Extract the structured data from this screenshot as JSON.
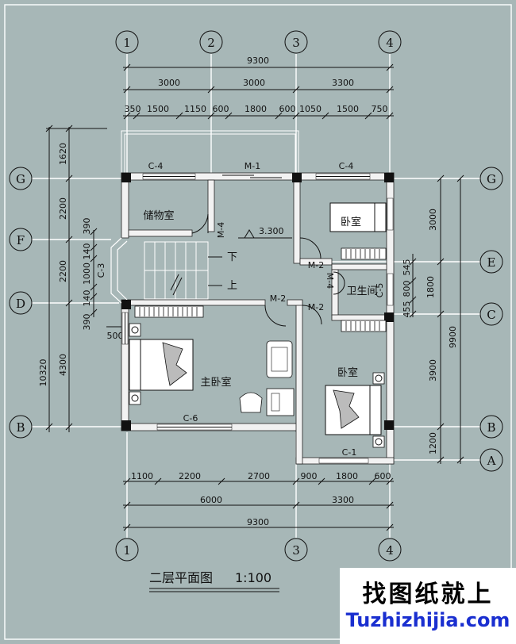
{
  "title": "二层平面图",
  "scale": "1:100",
  "elevation": "3.300",
  "axes": {
    "top": [
      "1",
      "2",
      "3",
      "4"
    ],
    "bottom": [
      "1",
      "3",
      "4"
    ],
    "left": [
      "G",
      "F",
      "D",
      "B"
    ],
    "right": [
      "G",
      "E",
      "C",
      "B",
      "A"
    ]
  },
  "dims": {
    "top_total": "9300",
    "top_mid": [
      "3000",
      "3000",
      "3300"
    ],
    "top_detail": [
      "350",
      "1500",
      "1150",
      "600",
      "1800",
      "600",
      "1050",
      "1500",
      "750"
    ],
    "bottom_detail": [
      "1100",
      "2200",
      "2700",
      "900",
      "1800",
      "600"
    ],
    "bottom_mid": [
      "6000",
      "3300"
    ],
    "bottom_total": "9300",
    "left_total": "10320",
    "left_mid": [
      "1620",
      "2200",
      "2200",
      "4300"
    ],
    "left_detail": [
      "390",
      "140",
      "1000",
      "140",
      "390"
    ],
    "left_small": "500",
    "right_total": "9900",
    "right_mid": [
      "3000",
      "3900",
      "1200"
    ],
    "right_detail": [
      "545",
      "1800",
      "800",
      "455"
    ]
  },
  "rooms": {
    "storage": "储物室",
    "bedroom_ne": "卧室",
    "bathroom": "卫生间",
    "master": "主卧室",
    "bedroom_se": "卧室"
  },
  "openings": {
    "c4_left": "C-4",
    "m1": "M-1",
    "c4_right": "C-4",
    "m4_storage": "M-4",
    "m4_bath": "M-4",
    "c3": "C-3",
    "m2_master": "M-2",
    "m2_bed1": "M-2",
    "m2_bed2": "M-2",
    "c5": "C-5",
    "c6": "C-6",
    "c1": "C-1"
  },
  "stairs": {
    "down": "下",
    "up": "上"
  },
  "watermark": {
    "cn": "找图纸就上",
    "en": "Tuzhizhijia.com"
  }
}
